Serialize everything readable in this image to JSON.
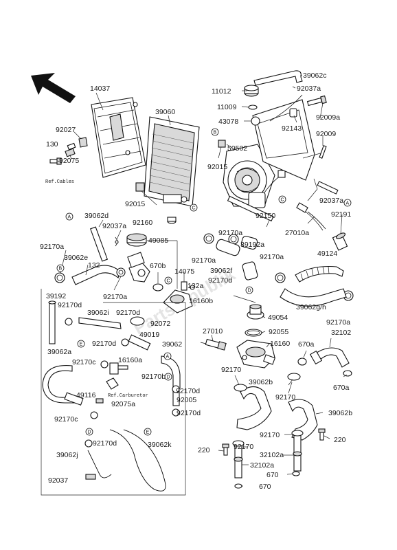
{
  "labels": {
    "p14037": "14037",
    "p39060": "39060",
    "p11012": "11012",
    "p11009": "11009",
    "p43078": "43078",
    "p39062c": "39062c",
    "p92037a_top": "92037a",
    "p92009a": "92009a",
    "p92143": "92143",
    "p92009": "92009",
    "p92027": "92027",
    "p130": "130",
    "p92075": "92075",
    "p59502": "59502",
    "p92015a": "92015",
    "p92015b": "92015",
    "p92037a_mid": "92037a",
    "p27010a": "27010a",
    "p92191": "92191",
    "p92150": "92150",
    "p39062d": "39062d",
    "p92037a_left": "92037a",
    "p92160": "92160",
    "p49085": "49085",
    "p92170a_1": "92170a",
    "p39192a": "39192a",
    "p92170a_2": "92170a",
    "p39062e": "39062e",
    "p132": "132",
    "p670b": "670b",
    "p14075": "14075",
    "p132a": "132a",
    "p92170a_3": "92170a",
    "p39062f": "39062f",
    "p92170a_4": "92170a",
    "p92170d_a": "92170d",
    "p49124": "49124",
    "p16160b": "16160b",
    "p92170a_5": "92170a",
    "p39192": "39192",
    "p92170d_b": "92170d",
    "p39062i": "39062i",
    "p92170d_c": "92170d",
    "p92072": "92072",
    "p49054": "49054",
    "p39062gh": "39062g/h",
    "p92170a_6": "92170a",
    "p92055": "92055",
    "p27010": "27010",
    "p49019": "49019",
    "p92170d_d": "92170d",
    "p39062_m": "39062",
    "p16160": "16160",
    "p32102": "32102",
    "p39062a": "39062a",
    "p16160a": "16160a",
    "p670a_1": "670a",
    "p92170c_1": "92170c",
    "p92170b": "92170b",
    "p92170d_e": "92170d",
    "p92170_1": "92170",
    "p39062b_1": "39062b",
    "p670a_2": "670a",
    "p49116": "49116",
    "p92005": "92005",
    "p92075a": "92075a",
    "p92170d_f": "92170d",
    "p92170_2": "92170",
    "p39062b_2": "39062b",
    "p92170c_2": "92170c",
    "p92170d_g": "92170d",
    "p39062k": "39062k",
    "p92170_3": "92170",
    "p220_r": "220",
    "p39062j": "39062j",
    "p220_l": "220",
    "p92170_4": "92170",
    "p32102a_1": "32102a",
    "p32102a_2": "32102a",
    "p670_1": "670",
    "p92037": "92037",
    "p670_2": "670",
    "ref_cables": "Ref.Cables",
    "ref_carburetor": "Ref.Carburetor",
    "watermark": "Partsrepublik"
  },
  "callouts": [
    "A",
    "B",
    "B",
    "C",
    "C",
    "A",
    "C",
    "D",
    "E",
    "E",
    "A",
    "D",
    "D"
  ],
  "icons": {
    "front_arrow": "direction-arrow-icon"
  }
}
